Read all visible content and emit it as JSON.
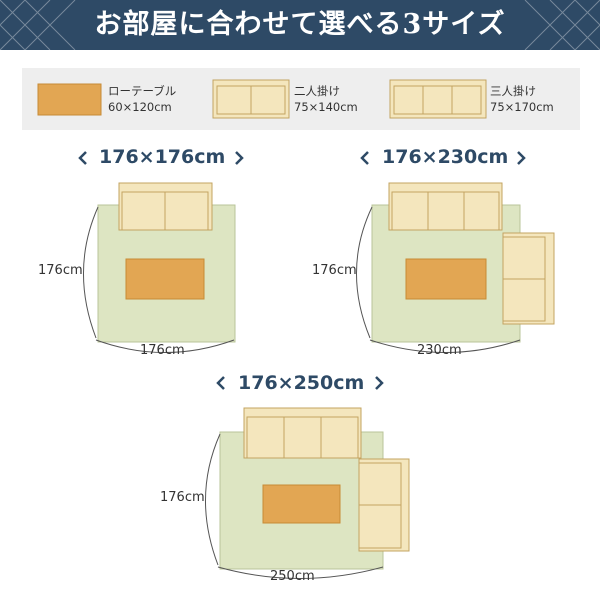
{
  "header": {
    "title": "お部屋に合わせて選べる3サイズ"
  },
  "legend": {
    "items": [
      {
        "name": "ローテーブル",
        "size": "60×120cm",
        "color": "#e2a653"
      },
      {
        "name": "二人掛け",
        "size": "75×140cm",
        "color": "#f4e6bd"
      },
      {
        "name": "三人掛け",
        "size": "75×170cm",
        "color": "#f4e6bd"
      }
    ]
  },
  "layouts": [
    {
      "title": "176×176cm",
      "depth_label": "176cm",
      "width_label": "176cm"
    },
    {
      "title": "176×230cm",
      "depth_label": "176cm",
      "width_label": "230cm"
    },
    {
      "title": "176×250cm",
      "depth_label": "176cm",
      "width_label": "250cm"
    }
  ],
  "colors": {
    "header_bg": "#2e4a66",
    "rug": "#dde5c2",
    "sofa": "#f4e6bd",
    "sofa_stroke": "#c3a461",
    "table": "#e2a653",
    "accent": "#2e4a66"
  }
}
